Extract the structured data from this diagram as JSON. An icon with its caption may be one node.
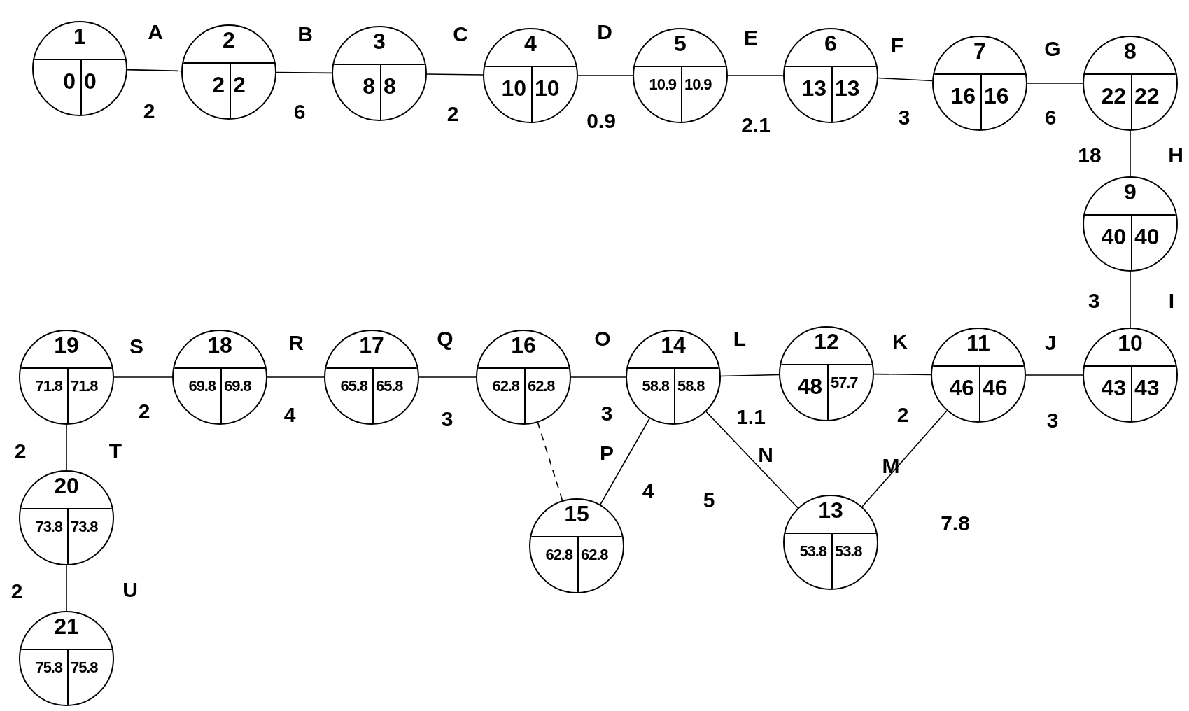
{
  "diagram": {
    "nodes": [
      {
        "text": [
          "1",
          "0",
          "0"
        ]
      },
      {
        "text": [
          "2",
          "2",
          "2"
        ]
      },
      {
        "text": [
          "3",
          "8",
          "8"
        ]
      },
      {
        "text": [
          "4",
          "10",
          "10"
        ]
      },
      {
        "text": [
          "5",
          "10.9",
          "10.9"
        ]
      },
      {
        "text": [
          "6",
          "13",
          "13"
        ]
      },
      {
        "text": [
          "7",
          "16",
          "16"
        ]
      },
      {
        "text": [
          "8",
          "22",
          "22"
        ]
      },
      {
        "text": [
          "9",
          "40",
          "40"
        ]
      },
      {
        "text": [
          "10",
          "43",
          "43"
        ]
      },
      {
        "text": [
          "11",
          "46",
          "46"
        ]
      },
      {
        "text": [
          "12",
          "48",
          "57.7"
        ]
      },
      {
        "text": [
          "13",
          "53.8",
          "53.8"
        ]
      },
      {
        "text": [
          "14",
          "58.8",
          "58.8"
        ]
      },
      {
        "text": [
          "15",
          "62.8",
          "62.8"
        ]
      },
      {
        "text": [
          "16",
          "62.8",
          "62.8"
        ]
      },
      {
        "text": [
          "17",
          "65.8",
          "65.8"
        ]
      },
      {
        "text": [
          "18",
          "69.8",
          "69.8"
        ]
      },
      {
        "text": [
          "19",
          "71.8",
          "71.8"
        ]
      },
      {
        "text": [
          "20",
          "73.8",
          "73.8"
        ]
      },
      {
        "text": [
          "21",
          "75.8",
          "75.8"
        ]
      }
    ],
    "edges": [
      {
        "from": 0,
        "to": 1,
        "arrow": "none",
        "label": "A"
      },
      {
        "from": 1,
        "to": 2,
        "arrow": "none",
        "label": "B"
      },
      {
        "from": 2,
        "to": 3,
        "arrow": "none",
        "label": "C"
      },
      {
        "from": 3,
        "to": 4,
        "arrow": "none",
        "label": "D"
      },
      {
        "from": 4,
        "to": 5,
        "arrow": "none",
        "label": "E"
      },
      {
        "from": 5,
        "to": 6,
        "arrow": "none",
        "label": "F"
      },
      {
        "from": 6,
        "to": 7,
        "arrow": "none",
        "label": "G"
      },
      {
        "from": 7,
        "to": 8,
        "arrow": "none",
        "label": "H"
      },
      {
        "from": 8,
        "to": 9,
        "arrow": "none",
        "label": "I"
      },
      {
        "from": 9,
        "to": 10,
        "arrow": "none",
        "label": "J"
      },
      {
        "from": 10,
        "to": 11,
        "arrow": "none",
        "label": "K"
      },
      {
        "from": 11,
        "to": 13,
        "arrow": "none",
        "label": "L"
      },
      {
        "from": 10,
        "to": 12,
        "arrow": "none",
        "label": "M"
      },
      {
        "from": 12,
        "to": 13,
        "arrow": "none",
        "label": "N"
      },
      {
        "from": 13,
        "to": 15,
        "arrow": "none",
        "label": "O"
      },
      {
        "from": 13,
        "to": 14,
        "arrow": "none",
        "label": "P"
      },
      {
        "from": 14,
        "to": 15,
        "arrow": "none",
        "style": "dashed"
      },
      {
        "from": 15,
        "to": 16,
        "arrow": "none",
        "label": "Q"
      },
      {
        "from": 16,
        "to": 17,
        "arrow": "none",
        "label": "R"
      },
      {
        "from": 17,
        "to": 18,
        "arrow": "none",
        "label": "S"
      },
      {
        "from": 18,
        "to": 19,
        "arrow": "none",
        "label": "T"
      },
      {
        "from": 19,
        "to": 20,
        "arrow": "none",
        "label": "U"
      }
    ],
    "labels": [
      "2",
      "6",
      "2",
      "0.9",
      "2.1",
      "3",
      "6",
      "18",
      "3",
      "3",
      "2",
      "1.1",
      "7.8",
      "5",
      "3",
      "4",
      "3",
      "4",
      "2",
      "2",
      "2"
    ]
  }
}
